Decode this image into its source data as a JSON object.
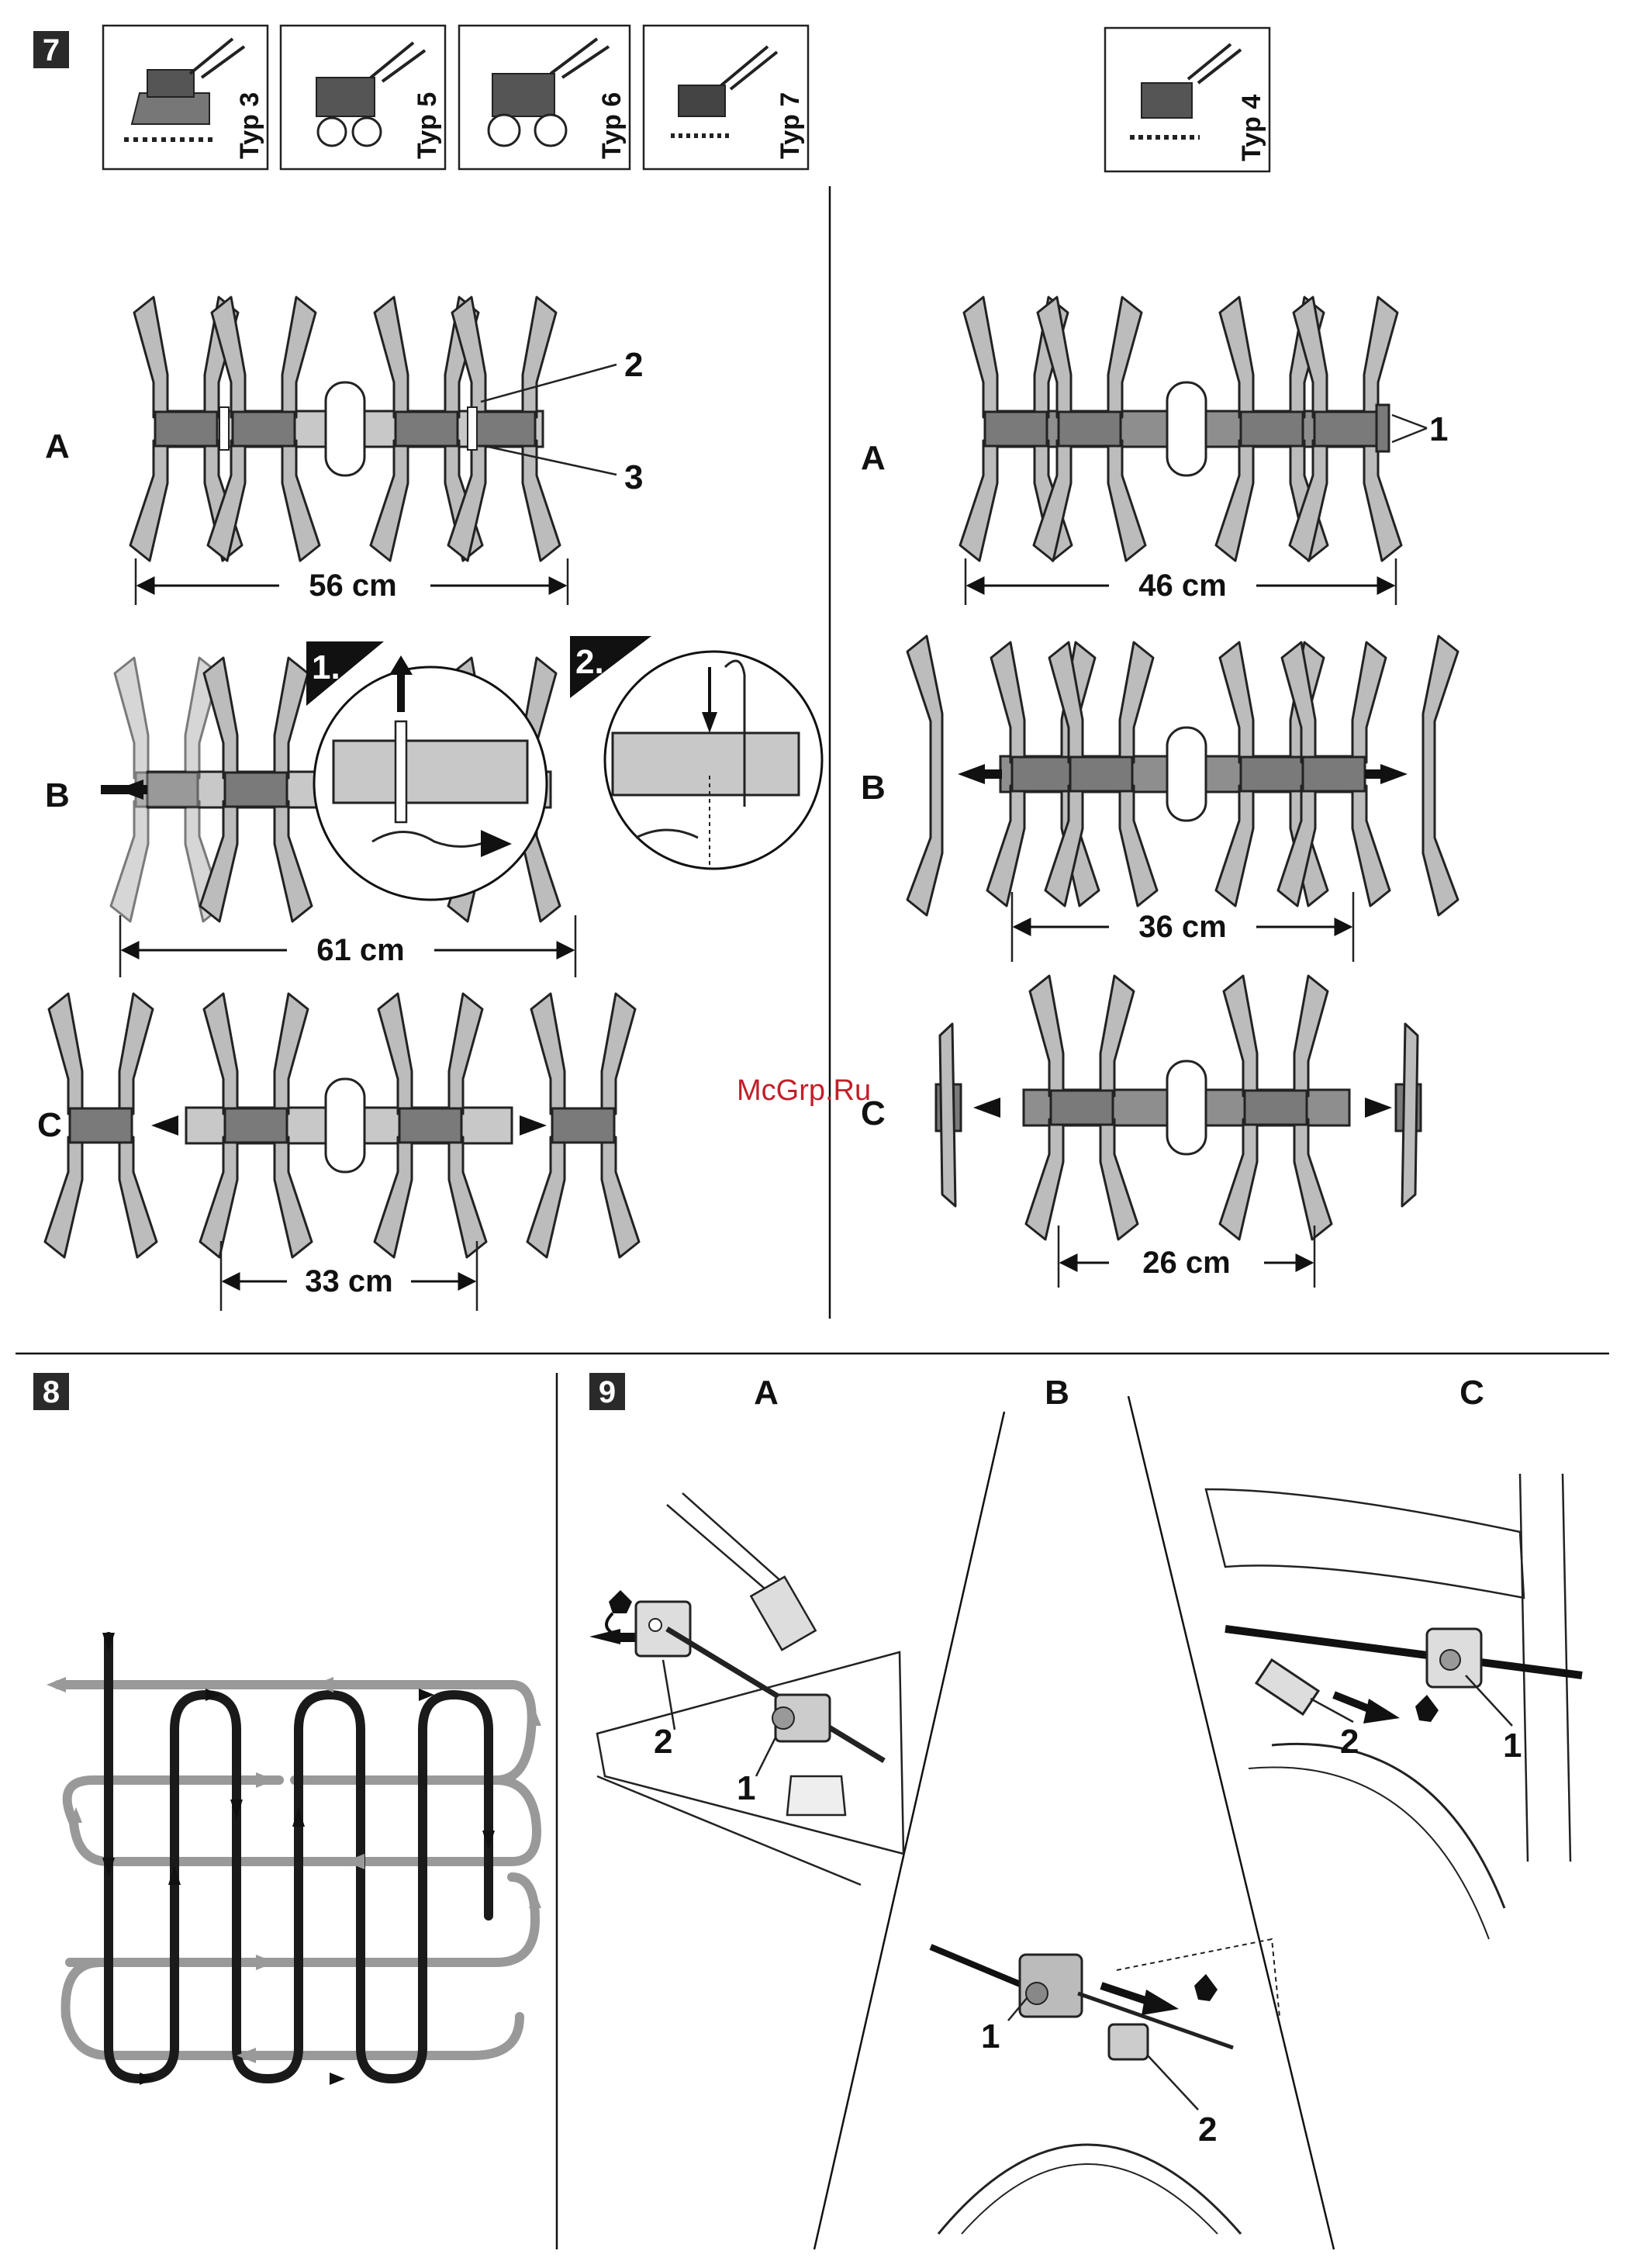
{
  "figure7": {
    "number": "7",
    "types_left": [
      "Typ 3",
      "Typ 5",
      "Typ 6",
      "Typ 7"
    ],
    "type_right": "Typ 4",
    "left": {
      "rows": [
        {
          "letter": "A",
          "measure": "56 cm",
          "callouts": [
            "2",
            "3"
          ]
        },
        {
          "letter": "B",
          "measure": "61 cm",
          "steps": [
            "1.",
            "2."
          ]
        },
        {
          "letter": "C",
          "measure": "33 cm"
        }
      ]
    },
    "right": {
      "rows": [
        {
          "letter": "A",
          "measure": "46 cm",
          "callouts": [
            "1"
          ]
        },
        {
          "letter": "B",
          "measure": "36 cm"
        },
        {
          "letter": "C",
          "measure": "26 cm"
        }
      ]
    }
  },
  "figure8": {
    "number": "8"
  },
  "figure9": {
    "number": "9",
    "panels": [
      {
        "letter": "A",
        "callouts": [
          "2",
          "1"
        ]
      },
      {
        "letter": "B",
        "callouts": [
          "1",
          "2"
        ]
      },
      {
        "letter": "C",
        "callouts": [
          "2",
          "1"
        ]
      }
    ]
  },
  "watermark": "McGrp.Ru",
  "colors": {
    "ink": "#111111",
    "grey": "#bcbcbc",
    "badge": "#2a2a2a",
    "watermark": "#c0202a"
  }
}
